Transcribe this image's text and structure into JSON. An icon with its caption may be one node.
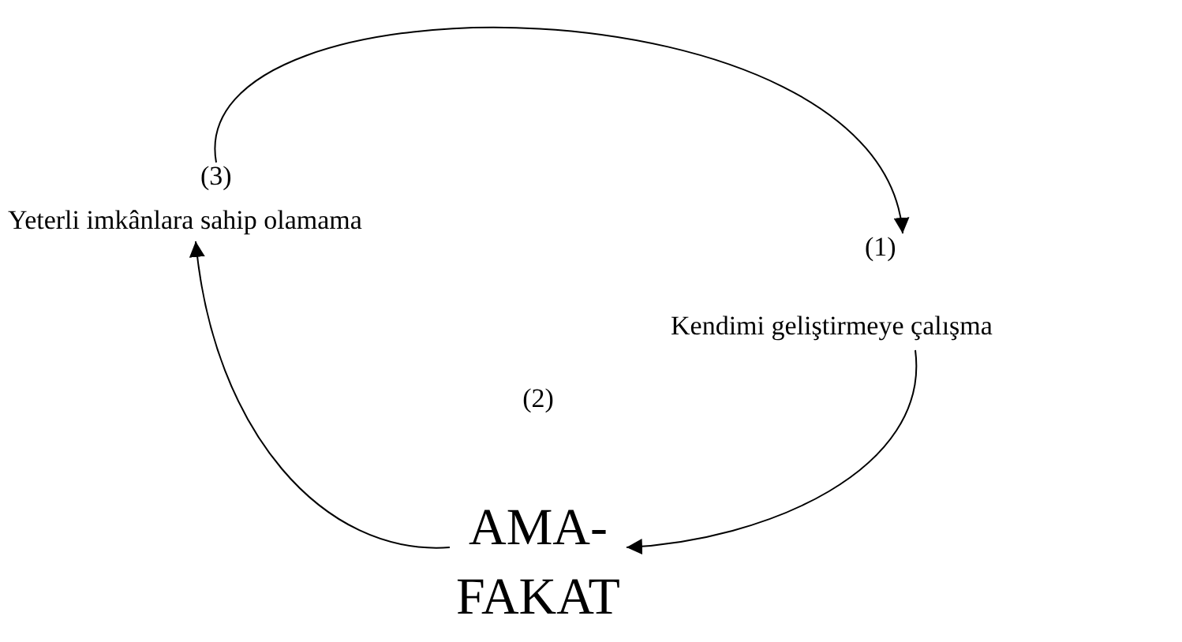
{
  "diagram": {
    "nodes": [
      {
        "text": [
          "(3)",
          "Yeterli imkânlara sahip olamama"
        ]
      },
      {
        "text": [
          "(1)",
          "Kendimi geliştirmeye çalışma"
        ]
      },
      {
        "text": [
          "(2)",
          "AMA- FAKAT"
        ]
      }
    ],
    "edges": [
      {
        "from": 0,
        "to": 1,
        "arrow": "to"
      },
      {
        "from": 1,
        "to": 2,
        "arrow": "to"
      },
      {
        "from": 2,
        "to": 0,
        "arrow": "to"
      }
    ]
  }
}
